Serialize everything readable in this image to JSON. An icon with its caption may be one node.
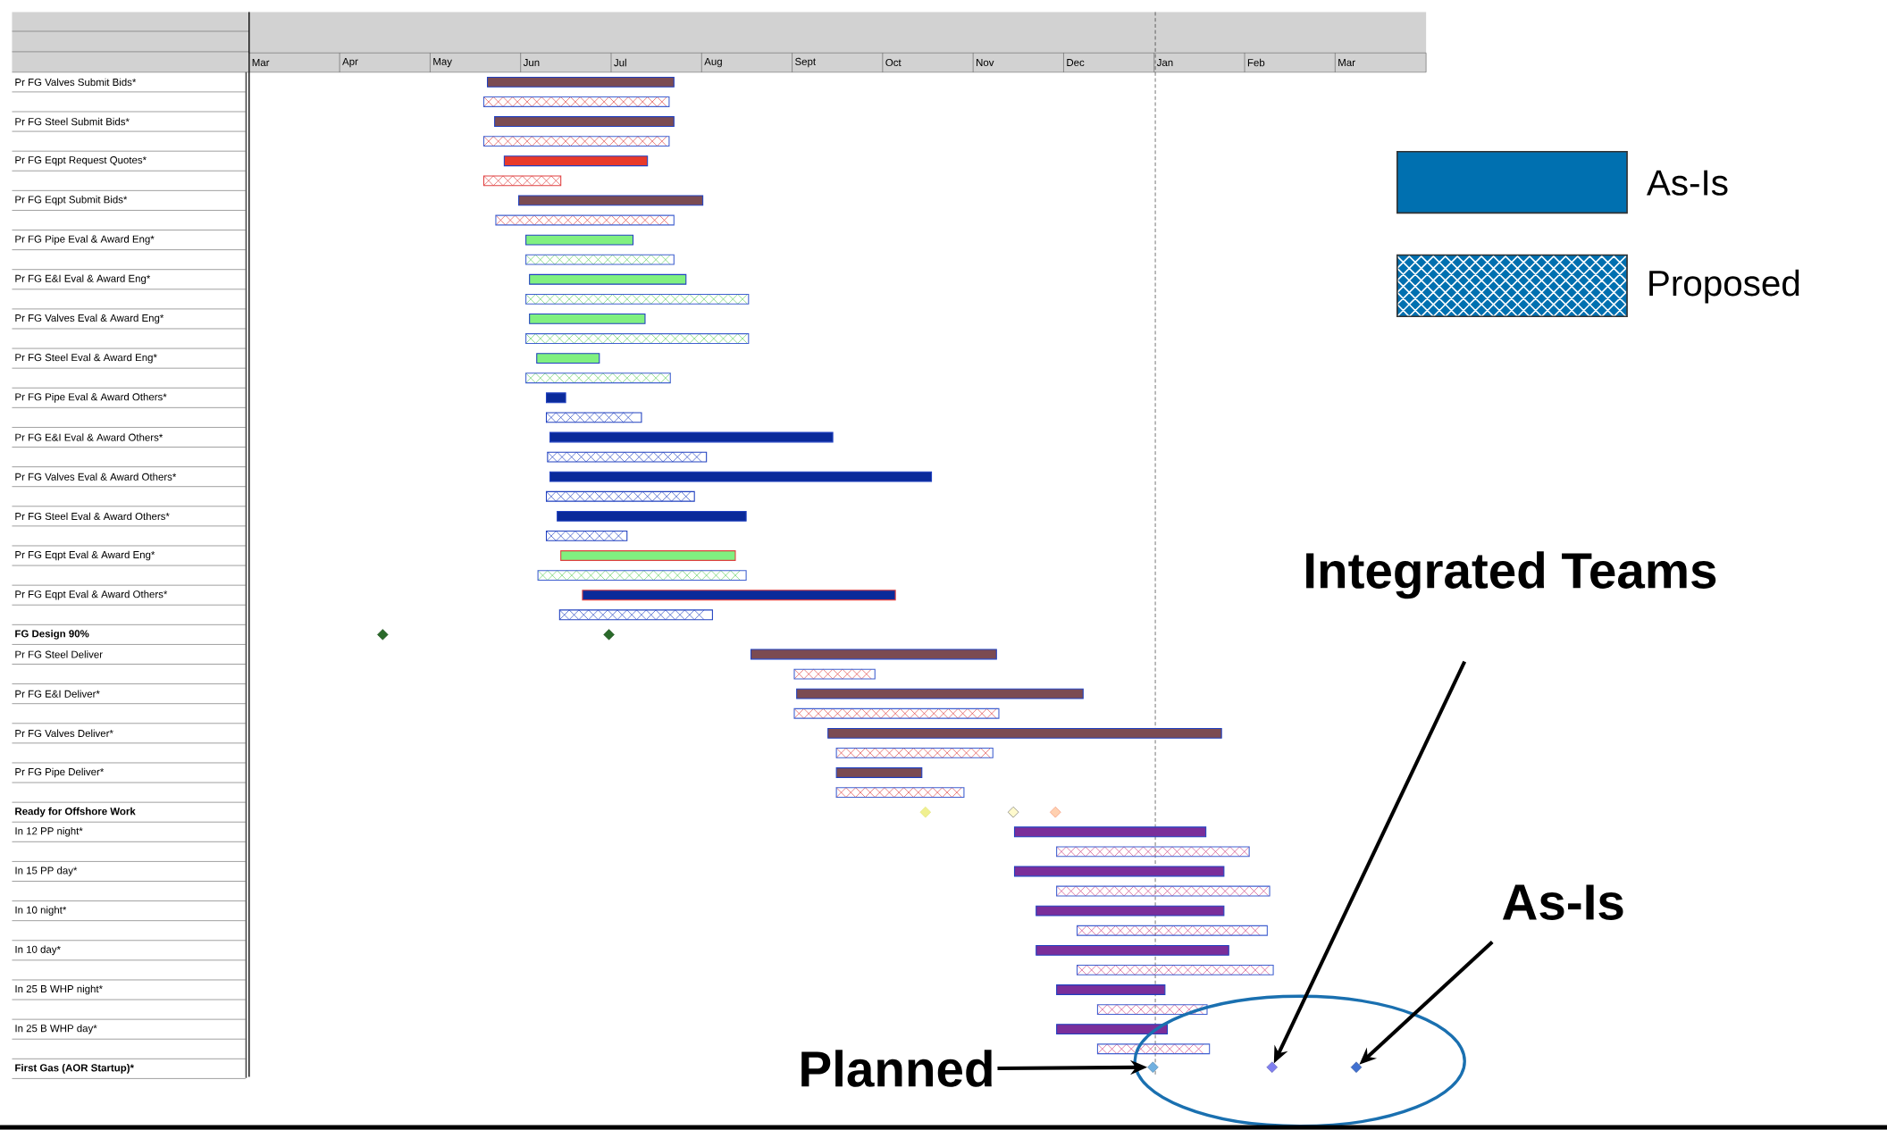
{
  "diagram": {
    "nodes": [
      {
        "text": [
          "Integrated Teams"
        ]
      },
      {
        "text": [
          "As-Is"
        ]
      },
      {
        "text": [
          "Planned"
        ]
      },
      {
        "text": [],
        "shape": "diamond"
      },
      {
        "text": [],
        "shape": "diamond"
      },
      {
        "text": [],
        "shape": "diamond"
      }
    ],
    "edges": [
      {
        "from": 2,
        "to": 3,
        "arrow": "to"
      },
      {
        "from": 0,
        "to": 4,
        "arrow": "to"
      },
      {
        "from": 1,
        "to": 5,
        "arrow": "to"
      }
    ],
    "labels": [
      "Mar",
      "Apr",
      "May",
      "Jun",
      "Jul",
      "Aug",
      "Sept",
      "Oct",
      "Nov",
      "Dec",
      "Jan",
      "Feb",
      "Mar",
      "Pr FG Valves Submit Bids*",
      "Pr FG Steel Submit Bids*",
      "Pr FG Eqpt Request Quotes*",
      "Pr FG Eqpt Submit Bids*",
      "Pr FG Pipe Eval & Award Eng*",
      "Pr FG E&I Eval & Award Eng*",
      "Pr FG Valves Eval & Award Eng*",
      "Pr FG Steel Eval & Award Eng*",
      "Pr FG Pipe Eval & Award Others*",
      "Pr FG E&I Eval & Award Others*",
      "Pr FG Valves Eval & Award Others*",
      "Pr FG Steel Eval & Award Others*",
      "Pr FG Eqpt Eval & Award Eng*",
      "Pr FG Eqpt Eval & Award Others*",
      "FG Design 90%",
      "Pr FG Steel Deliver",
      "Pr FG E&I Deliver*",
      "Pr FG Valves Deliver*",
      "Pr FG Pipe Deliver*",
      "Ready for Offshore Work",
      "In 12 PP night*",
      "In 15 PP day*",
      "In 10 night*",
      "In 10 day*",
      "In 25 B WHP night*",
      "In 25 B WHP day*",
      "First Gas (AOR Startup)*"
    ],
    "legend": [
      {
        "text": "As-Is",
        "color": "#0070b0"
      },
      {
        "text": "Proposed"
      }
    ]
  }
}
